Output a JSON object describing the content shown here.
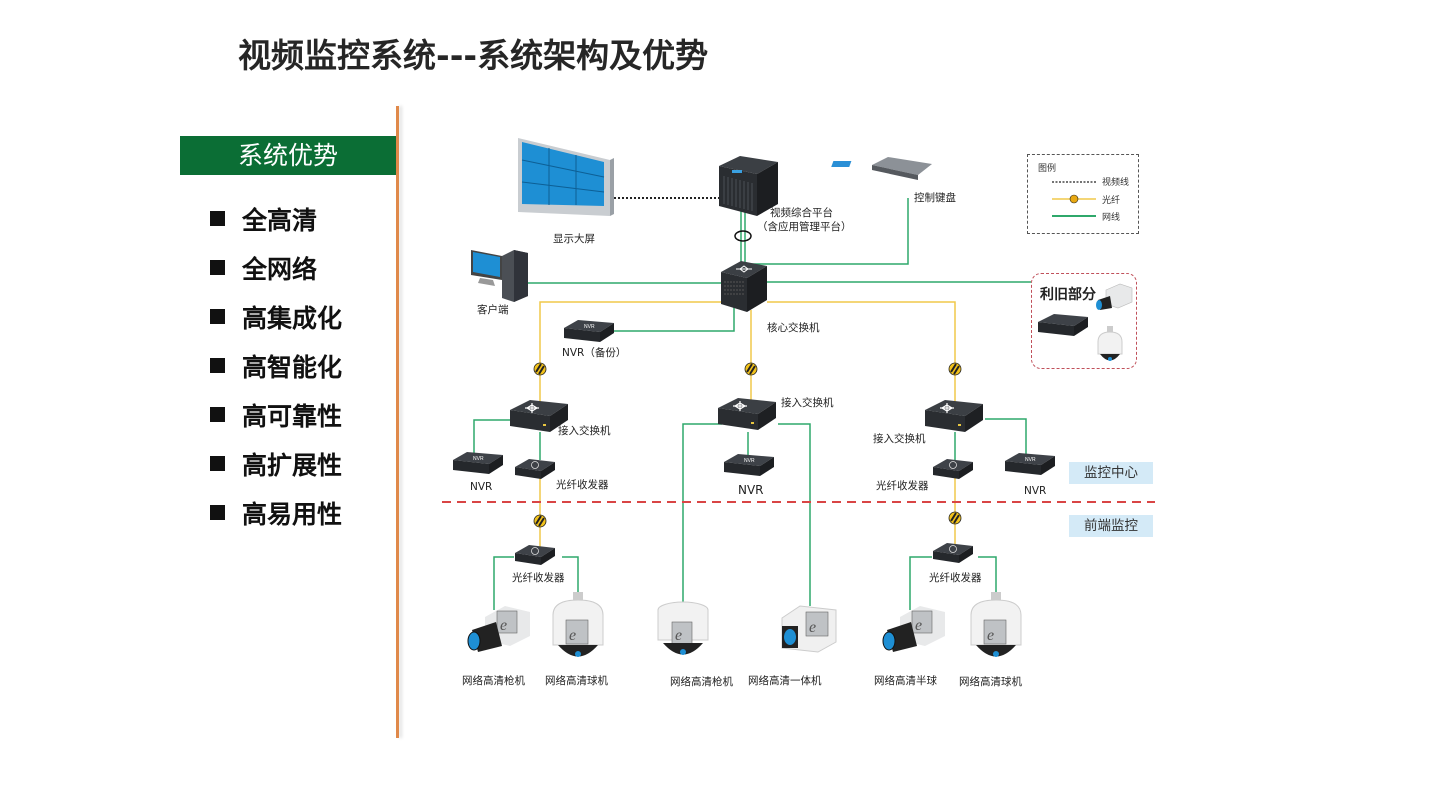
{
  "slide": {
    "title": "视频监控系统---系统架构及优势"
  },
  "advantages": {
    "header": "系统优势",
    "items": [
      "全高清",
      "全网络",
      "高集成化",
      "高智能化",
      "高可靠性",
      "高扩展性",
      "高易用性"
    ]
  },
  "colors": {
    "header_green": "#0b6e35",
    "divider_orange": "#e0894a",
    "fiber_yellow": "#f0c94a",
    "network_green": "#2fa86b",
    "zone_divider_red": "#d94545",
    "zone_tag_bg": "#d4eaf7"
  },
  "legend": {
    "title": "图例",
    "items": [
      {
        "type": "video-line",
        "label": "视频线"
      },
      {
        "type": "fiber",
        "label": "光纤"
      },
      {
        "type": "network",
        "label": "网线"
      }
    ]
  },
  "zones": {
    "upper": "监控中心",
    "lower": "前端监控"
  },
  "nodes": {
    "display_wall": "显示大屏",
    "video_platform_line1": "视频综合平台",
    "video_platform_line2": "（含应用管理平台）",
    "control_keyboard": "控制键盘",
    "client": "客户端",
    "core_switch": "核心交换机",
    "nvr_backup": "NVR（备份）",
    "reuse_group": "利旧部分",
    "access_switch_left": "接入交换机",
    "access_switch_mid": "接入交换机",
    "access_switch_right": "接入交换机",
    "nvr_left": "NVR",
    "nvr_mid": "NVR",
    "nvr_right": "NVR",
    "fiber_transceiver_left": "光纤收发器",
    "fiber_transceiver_right": "光纤收发器",
    "fiber_transceiver_front_left": "光纤收发器",
    "fiber_transceiver_front_right": "光纤收发器",
    "nvr_device_text": "NVR"
  },
  "cameras": [
    {
      "label": "网络高清枪机",
      "kind": "bullet"
    },
    {
      "label": "网络高清球机",
      "kind": "dome"
    },
    {
      "label": "网络高清枪机",
      "kind": "dome-half"
    },
    {
      "label": "网络高清一体机",
      "kind": "box"
    },
    {
      "label": "网络高清半球",
      "kind": "bullet"
    },
    {
      "label": "网络高清球机",
      "kind": "dome"
    }
  ]
}
